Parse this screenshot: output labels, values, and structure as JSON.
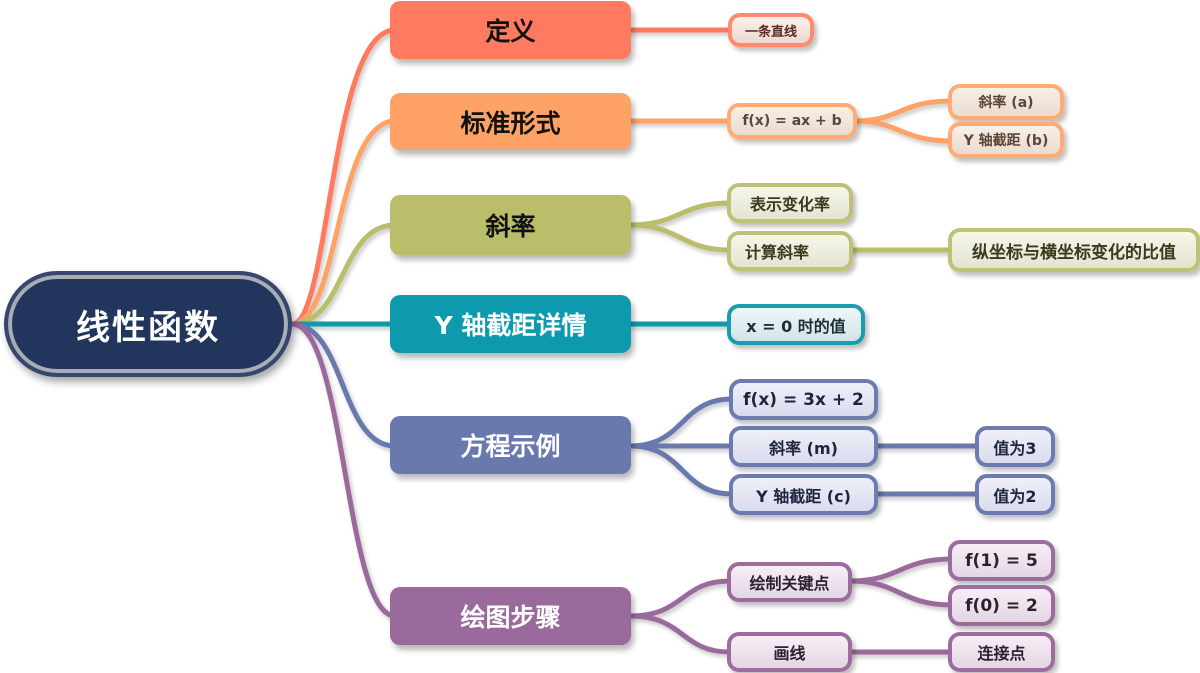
{
  "root": {
    "label": "线性函数",
    "color": "#22365d"
  },
  "branches": [
    {
      "label": "定义",
      "color": "#ff7a5e",
      "text_color": "#111111",
      "children": [
        {
          "label": "一条直线",
          "children": []
        }
      ]
    },
    {
      "label": "标准形式",
      "color": "#ffa266",
      "text_color": "#111111",
      "children": [
        {
          "label": "f(x) = ax + b",
          "children": [
            {
              "label": "斜率 (a)"
            },
            {
              "label": "Y 轴截距 (b)"
            }
          ]
        }
      ]
    },
    {
      "label": "斜率",
      "color": "#babd6a",
      "text_color": "#111111",
      "children": [
        {
          "label": "表示变化率",
          "children": []
        },
        {
          "label": "计算斜率",
          "children": [
            {
              "label": "纵坐标与横坐标变化的比值"
            }
          ]
        }
      ]
    },
    {
      "label": "Y 轴截距详情",
      "color": "#0e9aae",
      "text_color": "#ffffff",
      "children": [
        {
          "label": "x = 0 时的值",
          "children": []
        }
      ]
    },
    {
      "label": "方程示例",
      "color": "#6978ad",
      "text_color": "#ffffff",
      "children": [
        {
          "label": "f(x) = 3x + 2",
          "children": []
        },
        {
          "label": "斜率 (m)",
          "children": [
            {
              "label": "值为3"
            }
          ]
        },
        {
          "label": "Y 轴截距 (c)",
          "children": [
            {
              "label": "值为2"
            }
          ]
        }
      ]
    },
    {
      "label": "绘图步骤",
      "color": "#9b6a9c",
      "text_color": "#ffffff",
      "children": [
        {
          "label": "绘制关键点",
          "children": [
            {
              "label": "f(1) = 5"
            },
            {
              "label": "f(0) = 2"
            }
          ]
        },
        {
          "label": "画线",
          "children": [
            {
              "label": "连接点"
            }
          ]
        }
      ]
    }
  ]
}
